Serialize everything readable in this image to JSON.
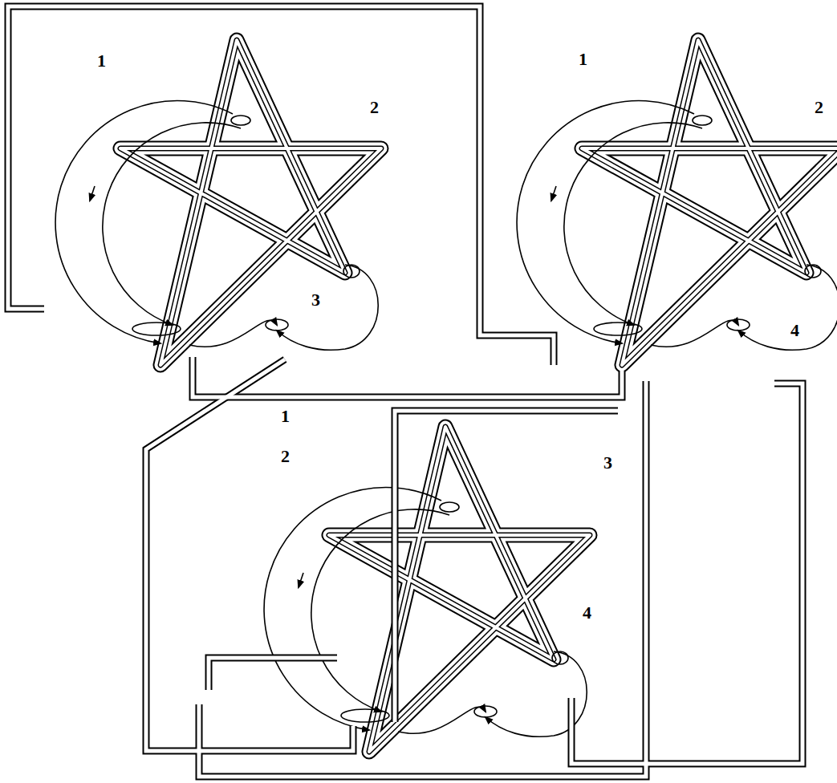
{
  "diagram": {
    "labels": [
      "1",
      "2",
      "3",
      "1",
      "2",
      "4",
      "1",
      "2",
      "3",
      "4"
    ]
  }
}
